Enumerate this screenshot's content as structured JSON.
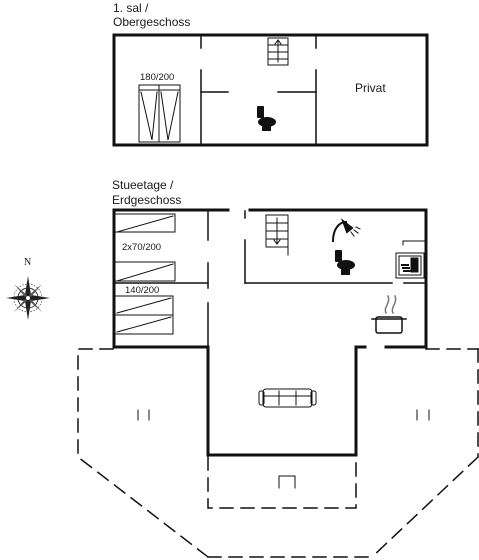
{
  "upper_floor": {
    "title_line1": "1. sal /",
    "title_line2": "Obergeschoss",
    "room_private": "Privat",
    "bed_label": "180/200"
  },
  "ground_floor": {
    "title_line1": "Stueetage /",
    "title_line2": "Erdgeschoss",
    "bed_label_1": "2x70/200",
    "bed_label_2": "140/200"
  },
  "compass": {
    "north_label": "N"
  },
  "icons": [
    "stairs-icon",
    "toilet-icon",
    "shower-icon",
    "washing-machine-icon",
    "cooking-pot-icon",
    "sofa-icon",
    "compass-rose-icon",
    "bed-icon"
  ]
}
